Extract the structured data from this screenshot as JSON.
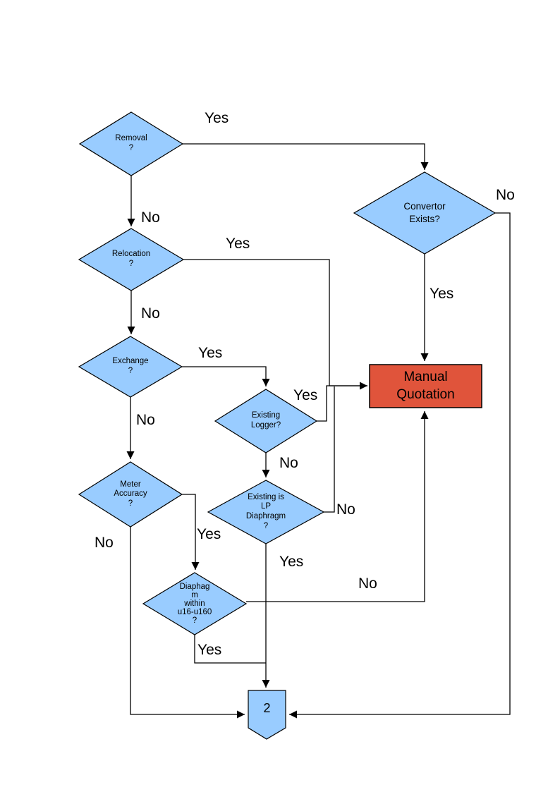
{
  "diagram": {
    "title": "meter works decision flowchart",
    "nodes": {
      "removal": "Removal\n?",
      "relocation": "Relocation\n?",
      "exchange": "Exchange\n?",
      "meter_accuracy": "Meter\nAccuracy\n?",
      "existing_logger": "Existing\nLogger?",
      "existing_lp_diaphragm": "Existing is\nLP\nDiaphragm\n?",
      "diaphragm_within": "Diaphag\nm\nwithin\nu16-u160\n?",
      "convertor_exists": "Convertor\nExists?",
      "manual_quotation": "Manual\nQuotation",
      "connector_2": "2"
    },
    "edge_labels": {
      "removal_yes": "Yes",
      "removal_no": "No",
      "relocation_yes": "Yes",
      "relocation_no": "No",
      "exchange_yes": "Yes",
      "exchange_no": "No",
      "existing_logger_yes": "Yes",
      "existing_logger_no": "No",
      "lp_diaphragm_no": "No",
      "lp_diaphragm_yes": "Yes",
      "meter_accuracy_yes": "Yes",
      "meter_accuracy_no": "No",
      "diaphragm_within_yes": "Yes",
      "diaphragm_within_no": "No",
      "convertor_yes": "Yes",
      "convertor_no": "No"
    },
    "colors": {
      "node_fill": "#99CCFF",
      "node_border": "#000000",
      "process_fill": "#E0543B",
      "line": "#000000",
      "text": "#000000",
      "background": "#FFFFFF"
    }
  }
}
